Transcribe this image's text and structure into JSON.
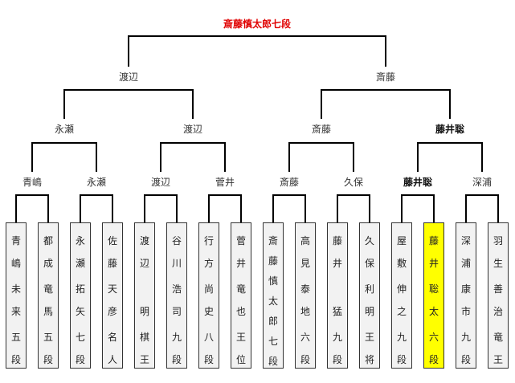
{
  "champion": "斎藤慎太郎七段",
  "rounds": {
    "semifinal": [
      "渡辺",
      "斎藤"
    ],
    "quarterfinal": [
      "永瀬",
      "渡辺",
      "斎藤",
      "藤井聡"
    ],
    "round1": [
      "青嶋",
      "永瀬",
      "渡辺",
      "菅井",
      "斎藤",
      "久保",
      "藤井聡",
      "深浦"
    ]
  },
  "players": [
    [
      "青",
      "嶋",
      "未",
      "来",
      "五",
      "段"
    ],
    [
      "都",
      "成",
      "竜",
      "馬",
      "五",
      "段"
    ],
    [
      "永",
      "瀬",
      "拓",
      "矢",
      "七",
      "段"
    ],
    [
      "佐",
      "藤",
      "天",
      "彦",
      "名",
      "人"
    ],
    [
      "渡",
      "辺",
      "",
      "明",
      "棋",
      "王"
    ],
    [
      "谷",
      "川",
      "浩",
      "司",
      "九",
      "段"
    ],
    [
      "行",
      "方",
      "尚",
      "史",
      "八",
      "段"
    ],
    [
      "菅",
      "井",
      "竜",
      "也",
      "王",
      "位"
    ],
    [
      "斎",
      "藤",
      "慎",
      "太",
      "郎",
      "七",
      "段"
    ],
    [
      "高",
      "見",
      "泰",
      "地",
      "六",
      "段"
    ],
    [
      "藤",
      "井",
      "",
      "猛",
      "九",
      "段"
    ],
    [
      "久",
      "保",
      "利",
      "明",
      "王",
      "将"
    ],
    [
      "屋",
      "敷",
      "伸",
      "之",
      "九",
      "段"
    ],
    [
      "藤",
      "井",
      "聡",
      "太",
      "六",
      "段"
    ],
    [
      "深",
      "浦",
      "康",
      "市",
      "九",
      "段"
    ],
    [
      "羽",
      "生",
      "善",
      "治",
      "竜",
      "王"
    ]
  ],
  "colors": {
    "line": "#000000",
    "champion": "#e00000",
    "highlight": "#ffff00",
    "card": "#f2f2f2"
  }
}
